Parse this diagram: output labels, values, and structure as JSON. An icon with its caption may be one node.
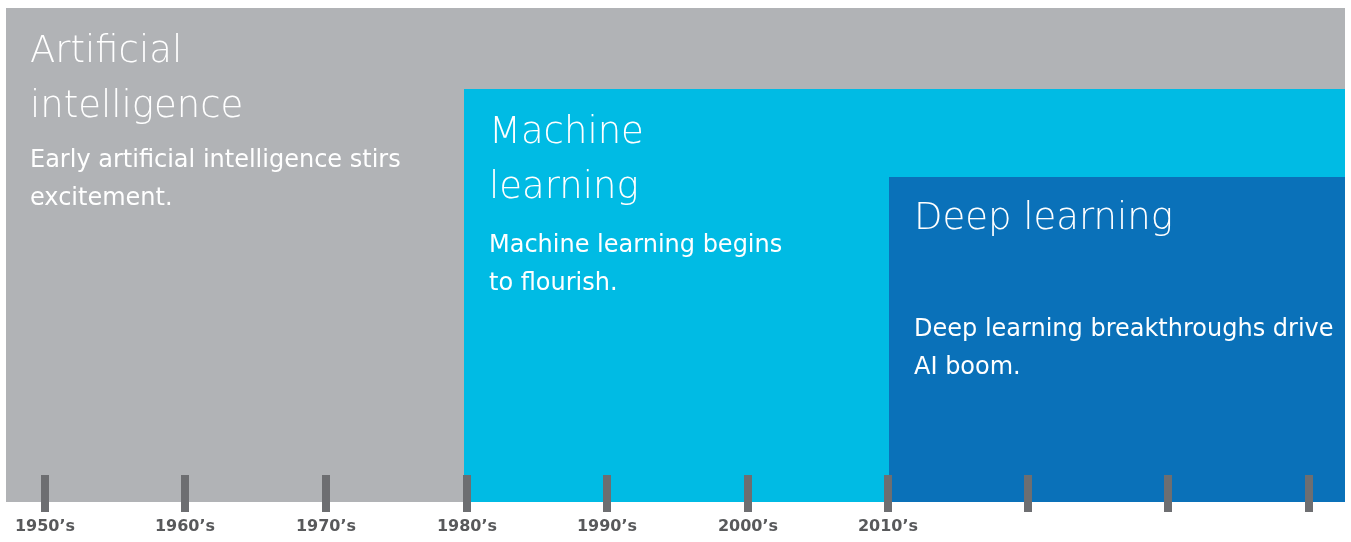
{
  "diagram": {
    "nodes": [
      {
        "text": [
          "Artificial intelligence",
          "Early artificial intelligence stirs excitement."
        ]
      },
      {
        "text": [
          "Machine learning",
          "Machine learning begins to flourish."
        ],
        "in": 0
      },
      {
        "text": [
          "Deep learning",
          "Deep learning breakthroughs drive AI boom."
        ],
        "in": 1
      }
    ],
    "labels": [
      "1950’s",
      "1960’s",
      "1970’s",
      "1980’s",
      "1990’s",
      "2000’s",
      "2010’s"
    ]
  }
}
